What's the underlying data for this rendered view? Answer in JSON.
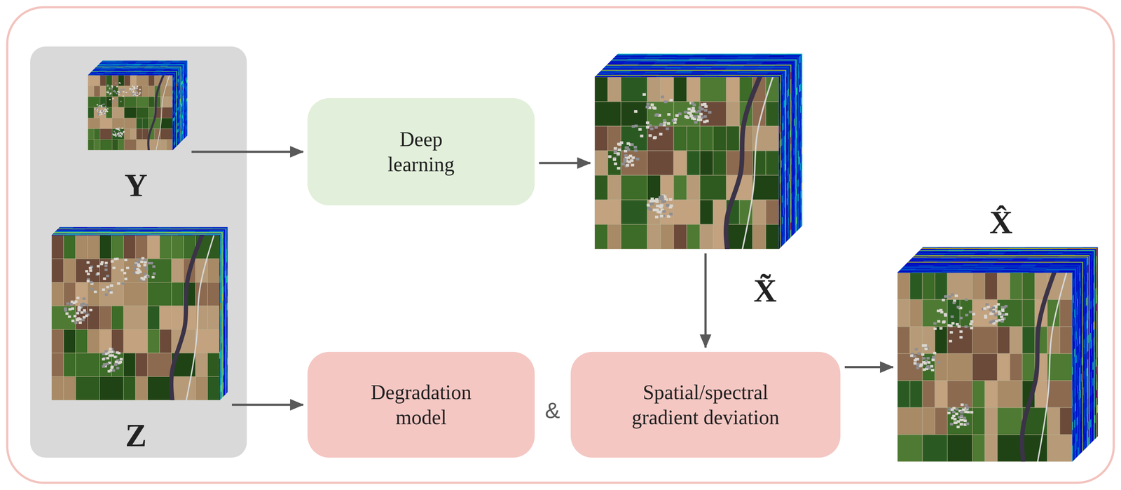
{
  "diagram": {
    "nodes": [
      {
        "text": [
          "Y"
        ]
      },
      {
        "text": [
          "Deep learning"
        ]
      },
      {
        "text": [
          "X̃"
        ]
      },
      {
        "text": [
          "X̂"
        ]
      },
      {
        "text": [
          "Z"
        ]
      },
      {
        "text": [
          "Degradation model"
        ]
      },
      {
        "text": [
          "Spatial/spectral gradient deviation"
        ]
      }
    ],
    "edges": [
      {
        "from": 0,
        "to": 1,
        "arrow": "to"
      },
      {
        "from": 1,
        "to": 2,
        "arrow": "to"
      },
      {
        "from": 2,
        "to": 6,
        "arrow": "to"
      },
      {
        "from": 4,
        "to": 5,
        "arrow": "to"
      },
      {
        "from": 6,
        "to": 3,
        "arrow": "to"
      }
    ],
    "labels": [
      "&"
    ]
  }
}
